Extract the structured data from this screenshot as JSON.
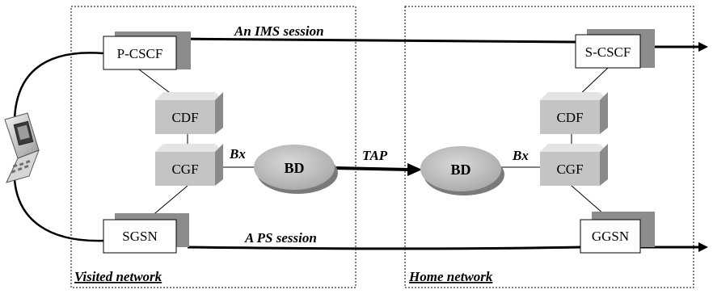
{
  "networks": {
    "visited": "Visited network",
    "home": "Home network"
  },
  "nodes": {
    "pcscf": "P-CSCF",
    "scscf": "S-CSCF",
    "sgsn": "SGSN",
    "ggsn": "GGSN",
    "cdf_left": "CDF",
    "cgf_left": "CGF",
    "cdf_right": "CDF",
    "cgf_right": "CGF",
    "bd_left": "BD",
    "bd_right": "BD"
  },
  "links": {
    "ims_session": "An IMS session",
    "ps_session": "A PS session",
    "bx_left": "Bx",
    "bx_right": "Bx",
    "tap": "TAP"
  },
  "colors": {
    "box_shadow": "#8c8c8c",
    "cube_front": "#c4c4c4",
    "cube_top": "#e4e4e4",
    "cube_side": "#8a8a8a",
    "bd_fill": "#c0c0c0",
    "line": "#000000"
  },
  "icons": {
    "mobile_device": "flip-phone-icon"
  }
}
